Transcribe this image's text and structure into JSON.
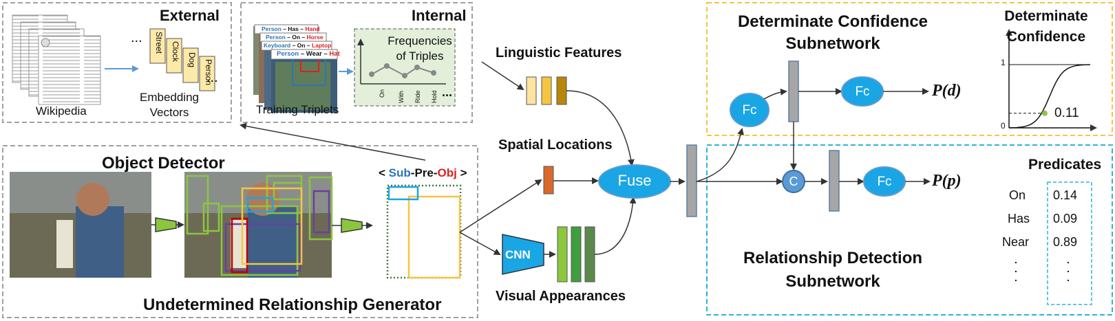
{
  "external": {
    "title": "External",
    "wiki_label": "Wikipedia",
    "embed_label_1": "Embedding",
    "embed_label_2": "Vectors",
    "ellipsis": "...",
    "words": [
      "Street",
      "Clock",
      "Dog",
      "Person"
    ]
  },
  "internal": {
    "title": "Internal",
    "triplets_label": "Training Triplets",
    "freq_1": "Frequencies",
    "freq_2": "of Triples",
    "x_ticks": [
      "On",
      "With",
      "Ride",
      "Hold"
    ],
    "ellipsis": "...",
    "triples": [
      {
        "s": "Person",
        "p": "Has",
        "o": "Hand"
      },
      {
        "s": "Person",
        "p": "On",
        "o": "Horse"
      },
      {
        "s": "Keyboard",
        "p": "On",
        "o": "Laptop"
      },
      {
        "s": "Person",
        "p": "Wear",
        "o": "Hat"
      }
    ]
  },
  "features": {
    "linguistic": "Linguistic Features",
    "spatial": "Spatial Locations",
    "visual": "Visual Appearances",
    "cnn": "CNN",
    "fuse": "Fuse"
  },
  "generator": {
    "detector": "Object Detector",
    "title": "Undetermined Relationship Generator",
    "sub": "Sub",
    "pre": "Pre",
    "obj": "Obj",
    "open_bracket": "<",
    "close_bracket": ">",
    "dash": "-"
  },
  "confidence": {
    "title_1": "Determinate Confidence",
    "title_2": "Subnetwork",
    "plot_title_1": "Determinate",
    "plot_title_2": "Confidence",
    "y_top": "1",
    "y_bottom": "0",
    "value": "0.11",
    "curve_x": 0.44,
    "curve_y": 0.11
  },
  "relationship": {
    "title_1": "Relationship Detection",
    "title_2": "Subnetwork",
    "predicates_title": "Predicates",
    "predicates": [
      {
        "name": "On",
        "value": "0.14"
      },
      {
        "name": "Has",
        "value": "0.09"
      },
      {
        "name": "Near",
        "value": "0.89"
      }
    ]
  },
  "nodes": {
    "fc": "Fc",
    "concat": "C",
    "pd": "P(d)",
    "pp": "P(p)"
  },
  "colors": {
    "blue_node": "#1aa5e4",
    "blue_dark": "#5b9bd5",
    "gray_bar": "#a6a6a6",
    "yellow_box": "#f5c542",
    "cyan_box": "#2bb3d9",
    "gray_box": "#a0a0a0",
    "lime": "#8cc63f",
    "orange": "#d9692a",
    "sub_blue": "#2e75b6",
    "obj_red": "#e02020"
  }
}
